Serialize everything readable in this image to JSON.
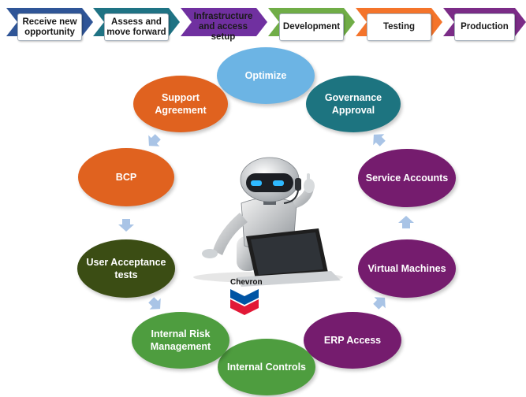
{
  "process_steps": [
    {
      "label": "Receive new opportunity",
      "color": "#2f5597"
    },
    {
      "label": "Assess and move forward",
      "color": "#1f7384"
    },
    {
      "label": "Infrastructure and access setup",
      "color": "#7030a0"
    },
    {
      "label": "Development",
      "color": "#70ad47"
    },
    {
      "label": "Testing",
      "color": "#f4742b"
    },
    {
      "label": "Production",
      "color": "#7b2c87"
    }
  ],
  "cycle_nodes": [
    {
      "label": "Optimize",
      "color": "#6cb4e4"
    },
    {
      "label": "Governance Approval",
      "color": "#1d7480"
    },
    {
      "label": "Service Accounts",
      "color": "#751c6e"
    },
    {
      "label": "Virtual Machines",
      "color": "#751c6e"
    },
    {
      "label": "ERP Access",
      "color": "#751c6e"
    },
    {
      "label": "Internal Controls",
      "color": "#4e9d3f"
    },
    {
      "label": "Internal Risk Management",
      "color": "#4e9d3f"
    },
    {
      "label": "User Acceptance tests",
      "color": "#3b4d14"
    },
    {
      "label": "BCP",
      "color": "#e0621f"
    },
    {
      "label": "Support Agreement",
      "color": "#e0621f"
    }
  ],
  "center": {
    "logo_text": "Chevron",
    "image": "robot-with-laptop"
  },
  "arrow_color": "#a9c4e6"
}
